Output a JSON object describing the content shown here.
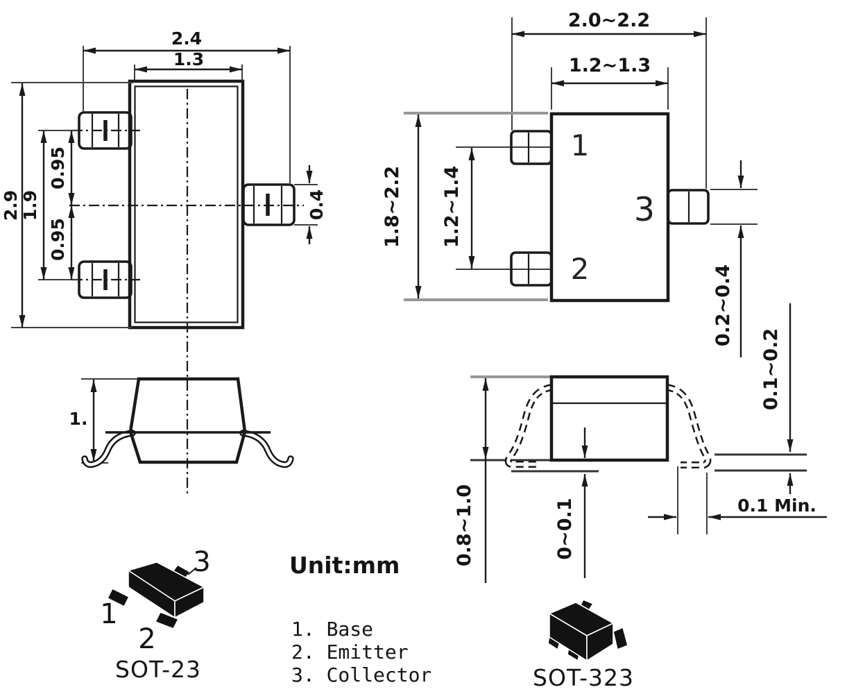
{
  "unit_label": "Unit:mm",
  "legend": {
    "items": [
      "1. Base",
      "2. Emitter",
      "3. Collector"
    ]
  },
  "colors": {
    "line": "#1a1a1a",
    "background": "#ffffff"
  },
  "sot23": {
    "name": "SOT-23",
    "top_view": {
      "overall_width": "2.4",
      "body_width": "1.3",
      "overall_height": "2.9",
      "pin_span": "1.9",
      "pin_pitch_top": "0.95",
      "pin_pitch_bottom": "0.95",
      "pin_width": "0.4"
    },
    "side_view": {
      "height": "1."
    },
    "pins_3d": {
      "pin1": "1",
      "pin2": "2",
      "pin3": "3"
    }
  },
  "sot323": {
    "name": "SOT-323",
    "top_view": {
      "overall_width": "2.0~2.2",
      "body_width": "1.2~1.3",
      "overall_height": "1.8~2.2",
      "pin_span": "1.2~1.4",
      "pin_width": "0.2~0.4",
      "pin1": "1",
      "pin2": "2",
      "pin3": "3"
    },
    "side_view": {
      "height": "0.8~1.0",
      "standoff": "0~0.1",
      "lead_thickness": "0.1~0.2",
      "foot_length_min": "0.1 Min."
    }
  }
}
